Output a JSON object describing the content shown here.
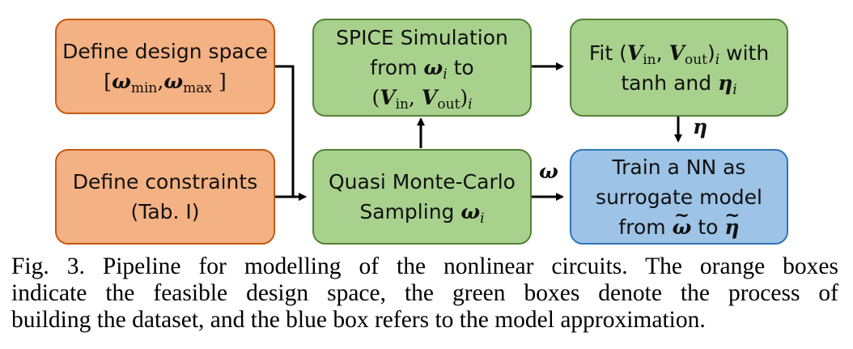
{
  "boxes": {
    "design_space": {
      "line1": "Define design space",
      "omega": "ω",
      "sub_min": "min",
      "comma": ",",
      "sub_max": "max",
      "open": "[",
      "close": " ]"
    },
    "constraints": {
      "line1": "Define constraints",
      "line2": "(Tab. I)"
    },
    "spice": {
      "line1": "SPICE Simulation",
      "line2_pre": "from ",
      "omega": "ω",
      "sub_i": "i",
      "line2_post": " to",
      "v": "V",
      "sub_in": "in",
      "sub_out": "out",
      "sub_i2": "i"
    },
    "fit": {
      "pre": "Fit (",
      "v": "V",
      "sub_in": "in",
      "sub_out": "out",
      "sub_i": "i",
      "post": " with",
      "line2_pre": "tanh and ",
      "eta": "η",
      "eta_sub": "i"
    },
    "sampling": {
      "line1": "Quasi Monte-Carlo",
      "line2_pre": "Sampling ",
      "omega": "ω",
      "sub_i": "i"
    },
    "train": {
      "line1": "Train a NN as",
      "line2": "surrogate model",
      "line3_pre": "from ",
      "omega": "ω",
      "to": " to ",
      "eta": "η"
    }
  },
  "arrow_labels": {
    "omega": "ω",
    "eta": "η"
  },
  "caption": {
    "line1": "Fig. 3.   Pipeline for modelling of the nonlinear circuits. The orange boxes",
    "line2": "indicate the feasible design space, the green boxes denote the process of",
    "line3": "building the dataset, and the blue box refers to the model approximation."
  },
  "colors": {
    "orange_fill": "#f4b183",
    "orange_border": "#c55a11",
    "green_fill": "#a9d18e",
    "green_border": "#538135",
    "blue_fill": "#9dc3e6",
    "blue_border": "#2e75b6"
  }
}
